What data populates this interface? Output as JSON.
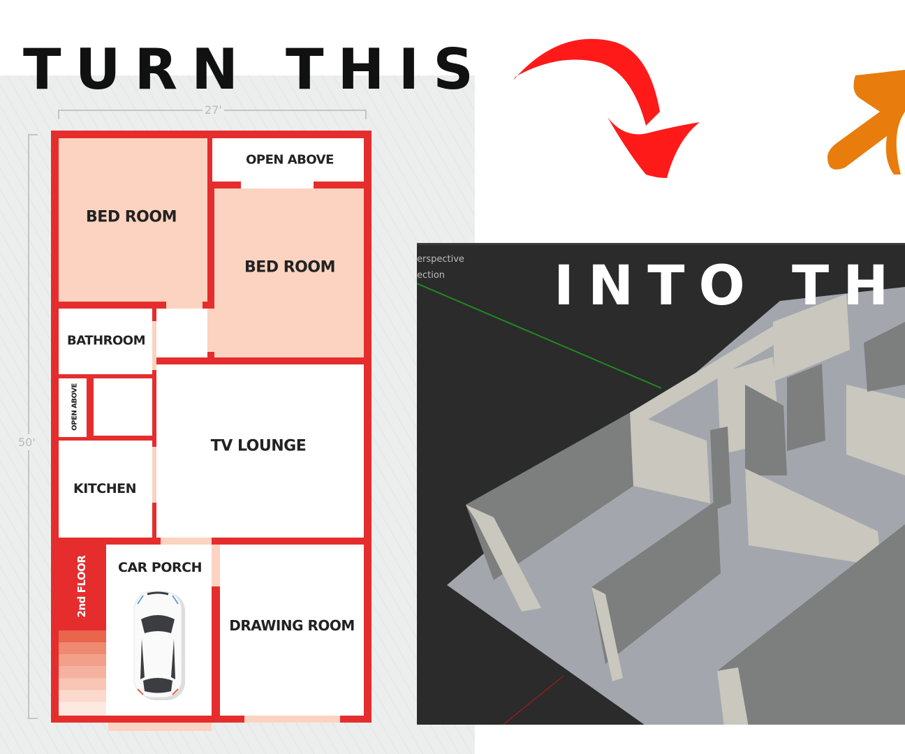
{
  "headline_left": "TURN THIS",
  "headline_right": "INTO THIS",
  "floor_plan": {
    "width_dim": "27'",
    "height_dim": "50'",
    "rooms": {
      "bed_room_1": "BED ROOM",
      "open_above_1": "OPEN ABOVE",
      "bed_room_2": "BED ROOM",
      "bathroom": "BATHROOM",
      "open_above_2": "OPEN ABOVE",
      "kitchen": "KITCHEN",
      "tv_lounge": "TV LOUNGE",
      "second_floor": "2nd FLOOR",
      "car_porch": "CAR PORCH",
      "drawing_room": "DRAWING ROOM"
    }
  },
  "viewport": {
    "line1": "erspective",
    "line2": "ection"
  },
  "icons": {
    "arrow": "curved-arrow-icon",
    "logo": "blender-logo-icon",
    "car": "car-icon"
  },
  "colors": {
    "wall": "#e52d2d",
    "room_fill": "#fbd3c0",
    "viewport_bg": "#2b2b2b",
    "arrow": "#ff1a1a",
    "logo": "#e87d0d"
  }
}
